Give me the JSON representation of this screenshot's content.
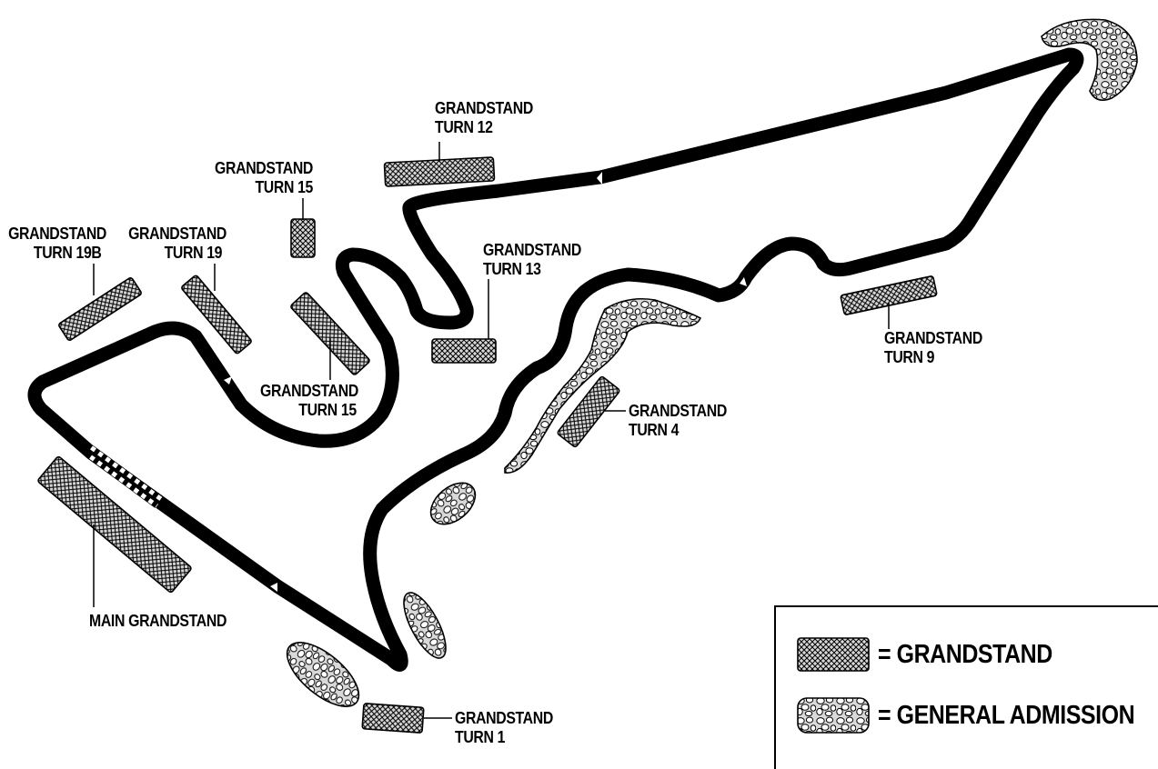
{
  "labels": {
    "turn19b": [
      "GRANDSTAND",
      "TURN 19B"
    ],
    "turn19": [
      "GRANDSTAND",
      "TURN 19"
    ],
    "turn15_top": [
      "GRANDSTAND",
      "TURN 15"
    ],
    "turn15_bottom": [
      "GRANDSTAND",
      "TURN 15"
    ],
    "turn12": [
      "GRANDSTAND",
      "TURN 12"
    ],
    "turn13": [
      "GRANDSTAND",
      "TURN 13"
    ],
    "turn9": [
      "GRANDSTAND",
      "TURN 9"
    ],
    "turn4": [
      "GRANDSTAND",
      "TURN 4"
    ],
    "turn1": [
      "GRANDSTAND",
      "TURN 1"
    ],
    "main": "MAIN GRANDSTAND"
  },
  "legend": {
    "grandstand": "= GRANDSTAND",
    "general_admission": "= GENERAL ADMISSION"
  },
  "colors": {
    "track": "#000000",
    "background": "#ffffff",
    "area_fill": "#cfcfcf"
  },
  "icons": [
    "direction-arrow-icon",
    "start-finish-checkered-icon"
  ]
}
